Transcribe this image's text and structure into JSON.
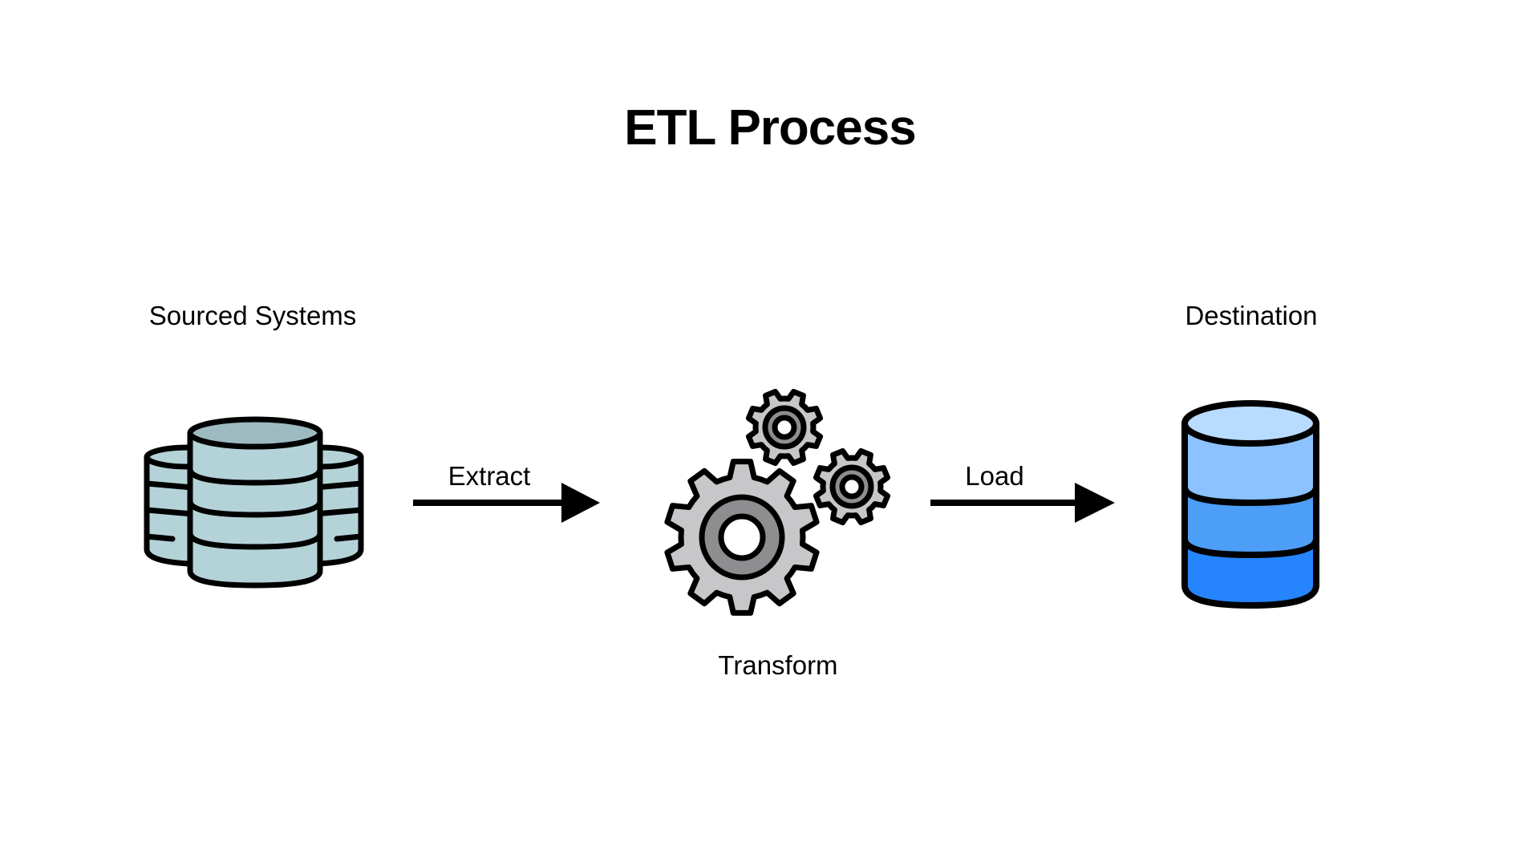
{
  "diagram": {
    "title": "ETL Process",
    "nodes": [
      {
        "id": "sources",
        "label": "Sourced Systems",
        "icon": "database-cluster-icon"
      },
      {
        "id": "transform",
        "label": "Transform",
        "icon": "gears-icon"
      },
      {
        "id": "destination",
        "label": "Destination",
        "icon": "database-icon"
      }
    ],
    "edges": [
      {
        "from": "sources",
        "to": "transform",
        "label": "Extract"
      },
      {
        "from": "transform",
        "to": "destination",
        "label": "Load"
      }
    ],
    "colors": {
      "source_db_fill": "#b4d3d8",
      "source_db_shade": "#9dbac0",
      "gear_fill": "#c7c7c9",
      "gear_inner": "#8e8e91",
      "dest_top": "#b8dcff",
      "dest_band_1": "#8cc2ff",
      "dest_band_2": "#4d9ef7",
      "dest_band_3": "#2684ff",
      "outline": "#000000"
    }
  }
}
